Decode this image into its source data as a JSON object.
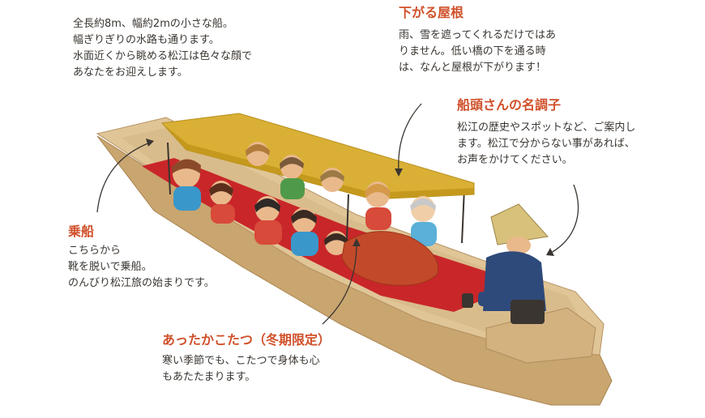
{
  "intro": {
    "text": "全長約8m、幅約2mの小さな船。\n幅ぎりぎりの水路も通ります。\n水面近くから眺める松江は色々な顔で\nあなたをお迎えします。"
  },
  "roof": {
    "title": "下がる屋根",
    "text": "雨、雪を遮ってくれるだけではあ\nりません。低い橋の下を通る時\nは、なんと屋根が下がります！"
  },
  "boatman": {
    "title": "船頭さんの名調子",
    "text": "松江の歴史やスポットなど、ご案内し\nます。松江で分からない事があれば、\nお声をかけてください。"
  },
  "boarding": {
    "title": "乗船",
    "text": "こちらから\n靴を脱いで乗船。\nのんびり松江旅の始まりです。"
  },
  "kotatsu": {
    "title": "あったかこたつ（冬期限定）",
    "text": "寒い季節でも、こたつで身体も心\nもあたたまります。"
  },
  "colors": {
    "accent": "#d0502a",
    "roof": "#d9b035",
    "hull": "#d6b98a",
    "carpet": "#c9262a"
  }
}
